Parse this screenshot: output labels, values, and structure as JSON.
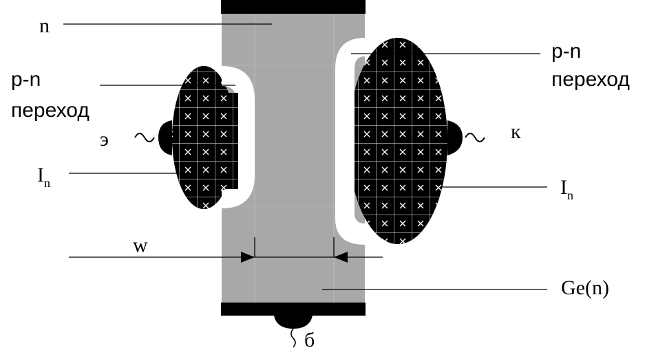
{
  "labels": {
    "n_region": "n",
    "pn_left_line1": "p-n",
    "pn_left_line2": "переход",
    "pn_right_line1": "p-n",
    "pn_right_line2": "переход",
    "emitter": "э",
    "collector": "к",
    "current_left_main": "I",
    "current_left_sub": "n",
    "current_right_main": "I",
    "current_right_sub": "n",
    "width": "w",
    "material": "Ge(n)",
    "base": "б"
  },
  "colors": {
    "semiconductor": "#a8a8a8",
    "contact": "#000000",
    "junction": "#ffffff",
    "p_region": "#000000",
    "grid": "#ffffff"
  },
  "icons": [
    "emitter-lead-icon",
    "collector-lead-icon",
    "base-lead-icon"
  ]
}
